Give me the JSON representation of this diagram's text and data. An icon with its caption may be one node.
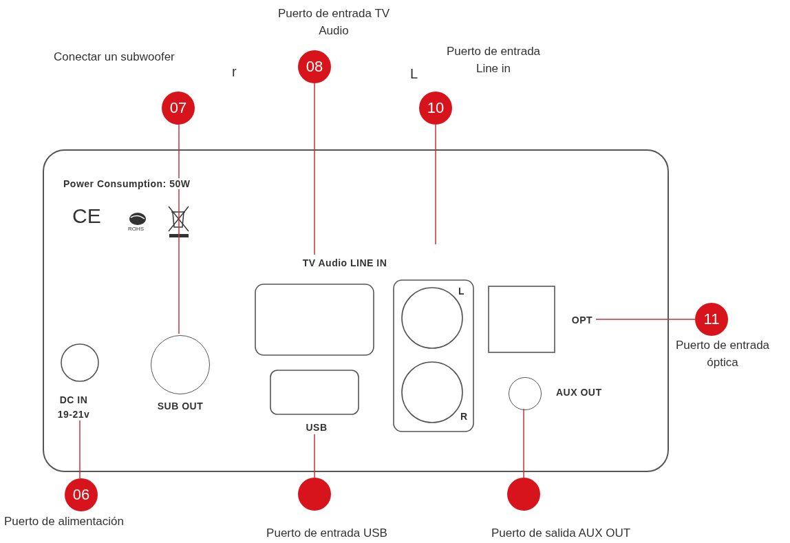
{
  "diagram": {
    "nodes": [
      {
        "text": [],
        "shape": "box"
      },
      {
        "text": [
          "08"
        ],
        "beside": [
          "Puerto de entrada TV Audio"
        ]
      },
      {
        "text": [
          "10"
        ],
        "beside": [
          "Puerto de entrada Line in"
        ]
      },
      {
        "text": [
          "07"
        ],
        "beside": [
          "Conectar un subwoofer"
        ]
      },
      {
        "text": [
          "TV Audio LINE IN"
        ],
        "in": 0
      },
      {
        "text": [
          "OPT"
        ],
        "in": 0
      },
      {
        "text": [],
        "shape": "circle",
        "in": 0,
        "beside": [
          "SUB OUT"
        ]
      },
      {
        "text": [],
        "shape": "circle",
        "in": 0,
        "beside": [
          "AUX OUT"
        ]
      },
      {
        "text": [
          "DC IN 19-21v"
        ],
        "in": 0
      },
      {
        "text": [
          "USB"
        ],
        "in": 0
      },
      {
        "text": [
          "11"
        ],
        "beside": [
          "Puerto de entrada óptica"
        ]
      },
      {
        "text": [
          "06"
        ],
        "beside": [
          "Puerto de alimentación"
        ]
      },
      {
        "text": [],
        "shape": "circle",
        "beside": [
          "Puerto de entrada USB"
        ]
      },
      {
        "text": [],
        "shape": "circle",
        "beside": [
          "Puerto de salida AUX OUT"
        ]
      }
    ],
    "edges": [
      {
        "from": 3,
        "to": 6,
        "arrow": "none"
      },
      {
        "from": 1,
        "to": 4,
        "arrow": "none"
      },
      {
        "from": 2,
        "to": null,
        "arrow": "none"
      },
      {
        "from": 10,
        "to": 5,
        "arrow": "none"
      },
      {
        "from": 11,
        "to": 8,
        "arrow": "none"
      },
      {
        "from": 12,
        "to": 9,
        "arrow": "none"
      },
      {
        "from": 13,
        "to": 7,
        "arrow": "none"
      }
    ],
    "labels": [
      "r",
      "L",
      "Power Consumption: 50W",
      "CE",
      "ROHS",
      "L",
      "R"
    ]
  }
}
